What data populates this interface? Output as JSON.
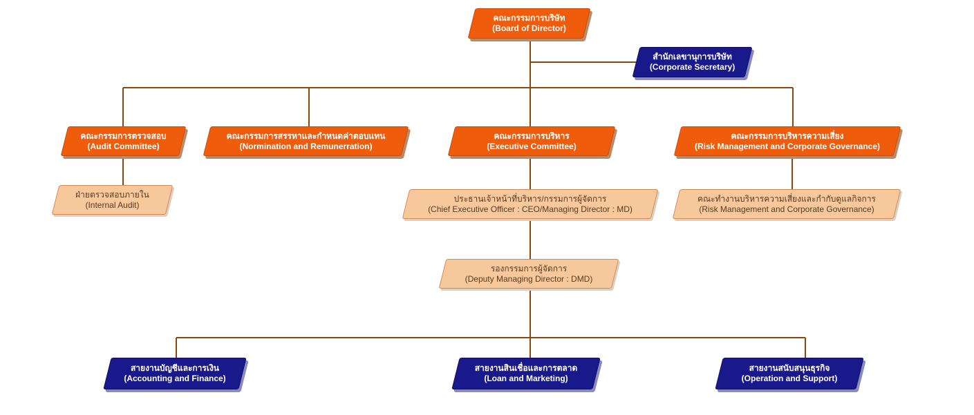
{
  "nodes": {
    "board": {
      "th": "คณะกรรมการบริษัท",
      "en": "(Board of Director)"
    },
    "corporate_secretary": {
      "th": "สำนักเลขานุการบริษัท",
      "en": "(Corporate Secretary)"
    },
    "audit_committee": {
      "th": "คณะกรรมการตรวจสอบ",
      "en": "(Audit Committee)"
    },
    "nomination_committee": {
      "th": "คณะกรรมการสรรหาและกำหนดค่าตอบแทน",
      "en": "(Normination and Remunerration)"
    },
    "executive_committee": {
      "th": "คณะกรรมการบริหาร",
      "en": "(Executive Committee)"
    },
    "risk_committee": {
      "th": "คณะกรรมการบริหารความเสี่ยง",
      "en": "(Risk Management and Corporate Governance)"
    },
    "internal_audit": {
      "th": "ฝ่ายตรวจสอบภายใน",
      "en": "(Internal Audit)"
    },
    "ceo": {
      "th": "ประธานเจ้าหน้าที่บริหาร/กรรมการผู้จัดการ",
      "en": "(Chief Executive Officer : CEO/Managing Director : MD)"
    },
    "risk_working_group": {
      "th": "คณะทำงานบริหารความเสี่ยงและกำกับดูแลกิจการ",
      "en": "(Risk Management and Corporate Governance)"
    },
    "deputy_md": {
      "th": "รองกรรมการผู้จัดการ",
      "en": "(Deputy Managing Director : DMD)"
    },
    "accounting_finance": {
      "th": "สายงานบัญชีและการเงิน",
      "en": "(Accounting and Finance)"
    },
    "loan_marketing": {
      "th": "สายงานสินเชื่อและการตลาด",
      "en": "(Loan and Marketing)"
    },
    "operation_support": {
      "th": "สายงานสนับสนุนธุรกิจ",
      "en": "(Operation and Support)"
    }
  },
  "colors": {
    "committee_fill": "#ee5c0c",
    "department_fill": "#19198c",
    "unit_fill": "#f7c89c",
    "connector": "#8b4513"
  }
}
